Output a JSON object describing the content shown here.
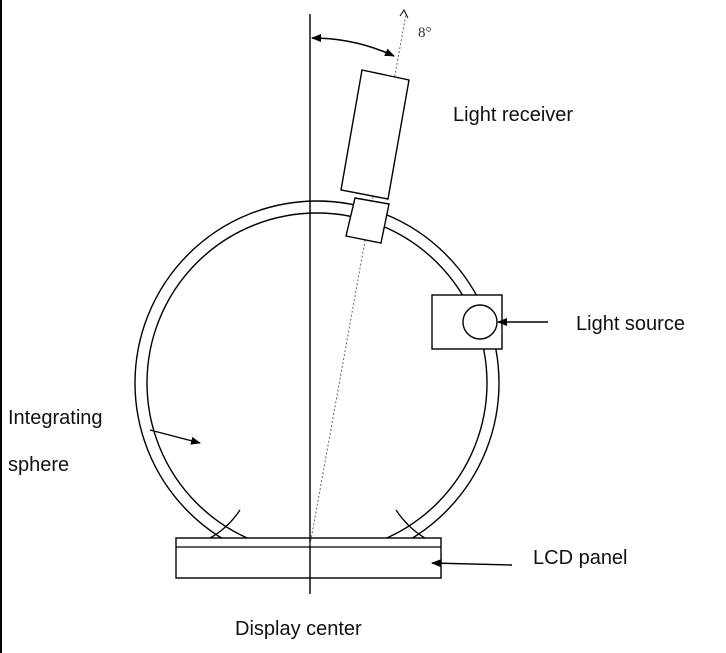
{
  "diagram": {
    "labels": {
      "light_receiver": "Light receiver",
      "light_source": "Light source",
      "integrating_1": "Integrating",
      "integrating_2": "sphere",
      "lcd_panel": "LCD panel",
      "display_center": "Display center",
      "angle": "8°"
    },
    "colors": {
      "stroke": "#000000",
      "text": "#111111",
      "angle_text": "#333333",
      "background": "#ffffff"
    }
  }
}
